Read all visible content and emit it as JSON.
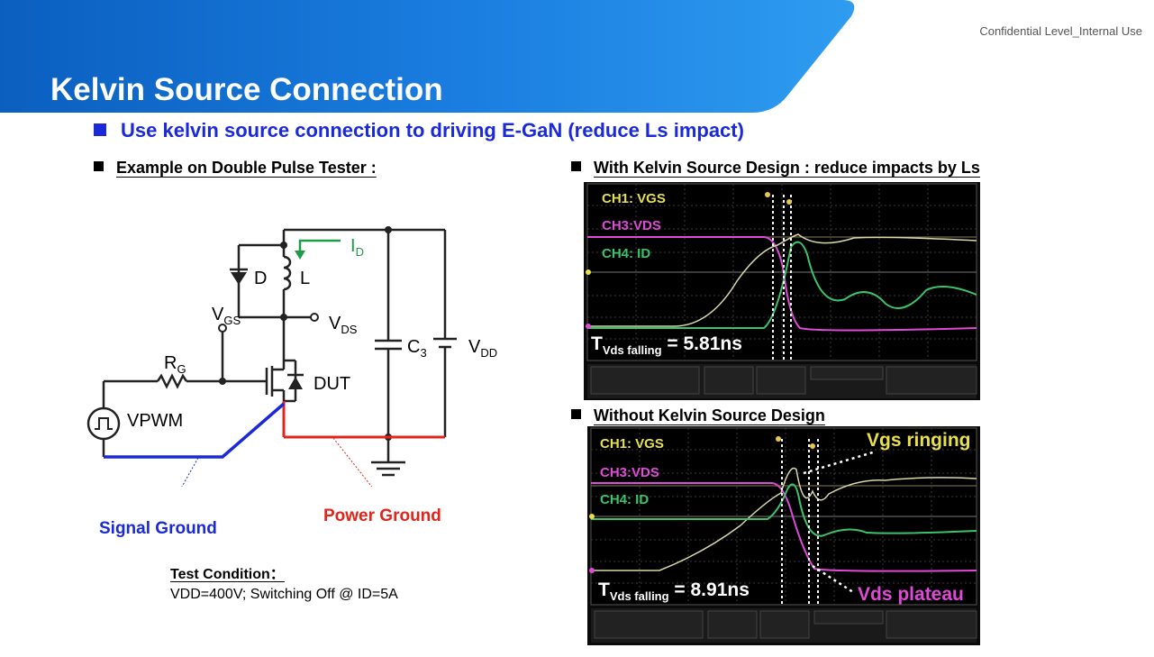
{
  "header": {
    "confidential": "Confidential Level_Internal Use",
    "title": "Kelvin Source Connection",
    "main_bullet": "Use kelvin source connection to driving E-GaN (reduce Ls impact)"
  },
  "left": {
    "heading": "Example on Double Pulse Tester :",
    "circuit": {
      "id": "I",
      "id_sub": "D",
      "diode": "D",
      "inductor": "L",
      "vgs": "V",
      "vgs_sub": "GS",
      "vds": "V",
      "vds_sub": "DS",
      "rg": "R",
      "rg_sub": "G",
      "dut": "DUT",
      "vpwm": "VPWM",
      "c3": "C",
      "c3_sub": "3",
      "vdd": "V",
      "vdd_sub": "DD"
    },
    "signal_ground": "Signal Ground",
    "power_ground": "Power Ground",
    "test_condition_title": "Test Condition：",
    "test_condition_text": "VDD=400V; Switching Off @  ID=5A"
  },
  "right": {
    "top_heading": "With Kelvin Source  Design : reduce impacts by Ls",
    "bottom_heading": "Without Kelvin Source Design",
    "scope_top": {
      "ch1": "CH1: VGS",
      "ch3": "CH3:VDS",
      "ch4": "CH4: ID",
      "t_main": "T",
      "t_sub": "Vds falling",
      "t_value": " = 5.81ns"
    },
    "scope_bottom": {
      "ch1": "CH1: VGS",
      "ch3": "CH3:VDS",
      "ch4": "CH4: ID",
      "t_main": "T",
      "t_sub": "Vds falling",
      "t_value": " = 8.91ns",
      "annot_ringing": "Vgs ringing",
      "annot_plateau": "Vds plateau"
    }
  },
  "colors": {
    "banner": "#0b63c7",
    "accent_blue": "#1a2ad8",
    "power_red": "#e0251b",
    "signal_blue": "#1a2ad8",
    "id_green": "#1f9a4a",
    "ch1_yellow": "#e8e04a",
    "ch3_magenta": "#e04ad8",
    "ch4_green": "#3cc36a"
  }
}
